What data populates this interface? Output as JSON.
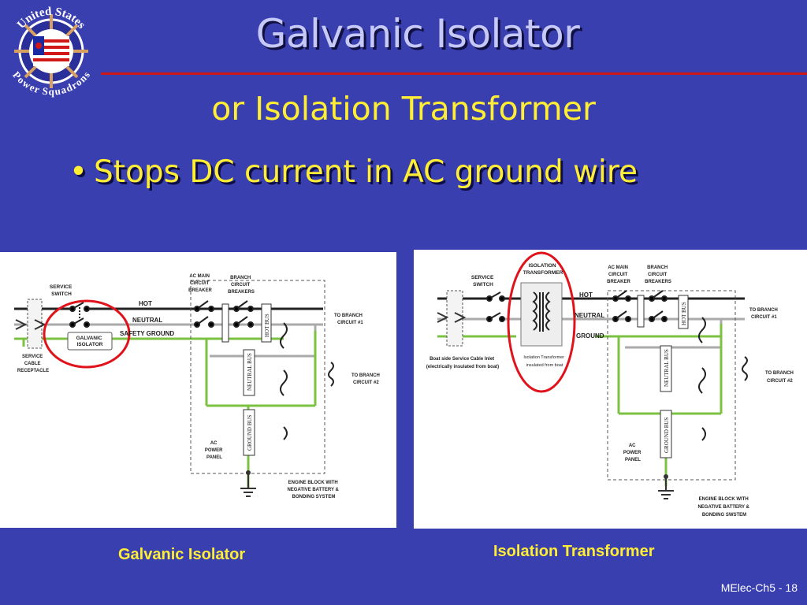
{
  "logo": {
    "top_text": "United States",
    "bottom_text": "Power Squadrons",
    "icon": "ships-wheel-flag-icon"
  },
  "title": "Galvanic Isolator",
  "subtitle": "or Isolation Transformer",
  "bullet": {
    "marker": "•",
    "text": "Stops DC current in AC ground wire"
  },
  "left_diagram": {
    "service_switch": [
      "SERVICE",
      "SWITCH"
    ],
    "ac_main": [
      "AC MAIN",
      "CIRCUIT",
      "BREAKER"
    ],
    "branch": [
      "BRANCH",
      "CIRCUIT",
      "BREAKERS"
    ],
    "hot": "HOT",
    "neutral": "NEUTRAL",
    "safety_ground": "SAFETY GROUND",
    "galvanic": [
      "GALVANIC",
      "ISOLATOR"
    ],
    "receptacle": [
      "SERVICE",
      "CABLE",
      "RECEPTACLE"
    ],
    "to_branch_1": [
      "TO BRANCH",
      "CIRCUIT #1"
    ],
    "to_branch_2": [
      "TO BRANCH",
      "CIRCUIT #2"
    ],
    "hot_bus": "HOT BUS",
    "neutral_bus": "NEUTRAL BUS",
    "ground_bus": "GROUND BUS",
    "ac_panel": [
      "AC",
      "POWER",
      "PANEL"
    ],
    "engine": [
      "ENGINE BLOCK WITH",
      "NEGATIVE  BATTERY &",
      "BONDING SYSTEM"
    ]
  },
  "right_diagram": {
    "isolation": [
      "ISOLATION",
      "TRANSFORMER"
    ],
    "service_switch": [
      "SERVICE",
      "SWITCH"
    ],
    "ac_main": [
      "AC MAIN",
      "CIRCUIT",
      "BREAKER"
    ],
    "branch": [
      "BRANCH",
      "CIRCUIT",
      "BREAKERS"
    ],
    "hot": "HOT",
    "neutral": "NEUTRAL",
    "ground": "GROUND",
    "boat_side": [
      "Boat side Service Cable Inlet",
      "(electrically insulated from boat)"
    ],
    "iso_note": [
      "Isolation Transformer",
      "insulated from boat"
    ],
    "to_branch_1": [
      "TO BRANCH",
      "CIRCUIT #1"
    ],
    "to_branch_2": [
      "TO BRANCH",
      "CIRCUIT #2"
    ],
    "hot_bus": "HOT BUS",
    "neutral_bus": "NEUTRAL BUS",
    "ground_bus": "GROUND BUS",
    "ac_panel": [
      "AC",
      "POWER",
      "PANEL"
    ],
    "engine": [
      "ENGINE BLOCK WITH",
      "NEGATIVE BATTERY &",
      "BONDING SWSTEM"
    ]
  },
  "captions": {
    "left": "Galvanic Isolator",
    "right": "Isolation Transformer"
  },
  "footer": "MElec-Ch5 - 18",
  "colors": {
    "background": "#3a3fb0",
    "title": "#c6c9f7",
    "accent": "#ffee33",
    "rule": "#d01818",
    "wire_green": "#7cc242",
    "circle_red": "#e0121b"
  }
}
